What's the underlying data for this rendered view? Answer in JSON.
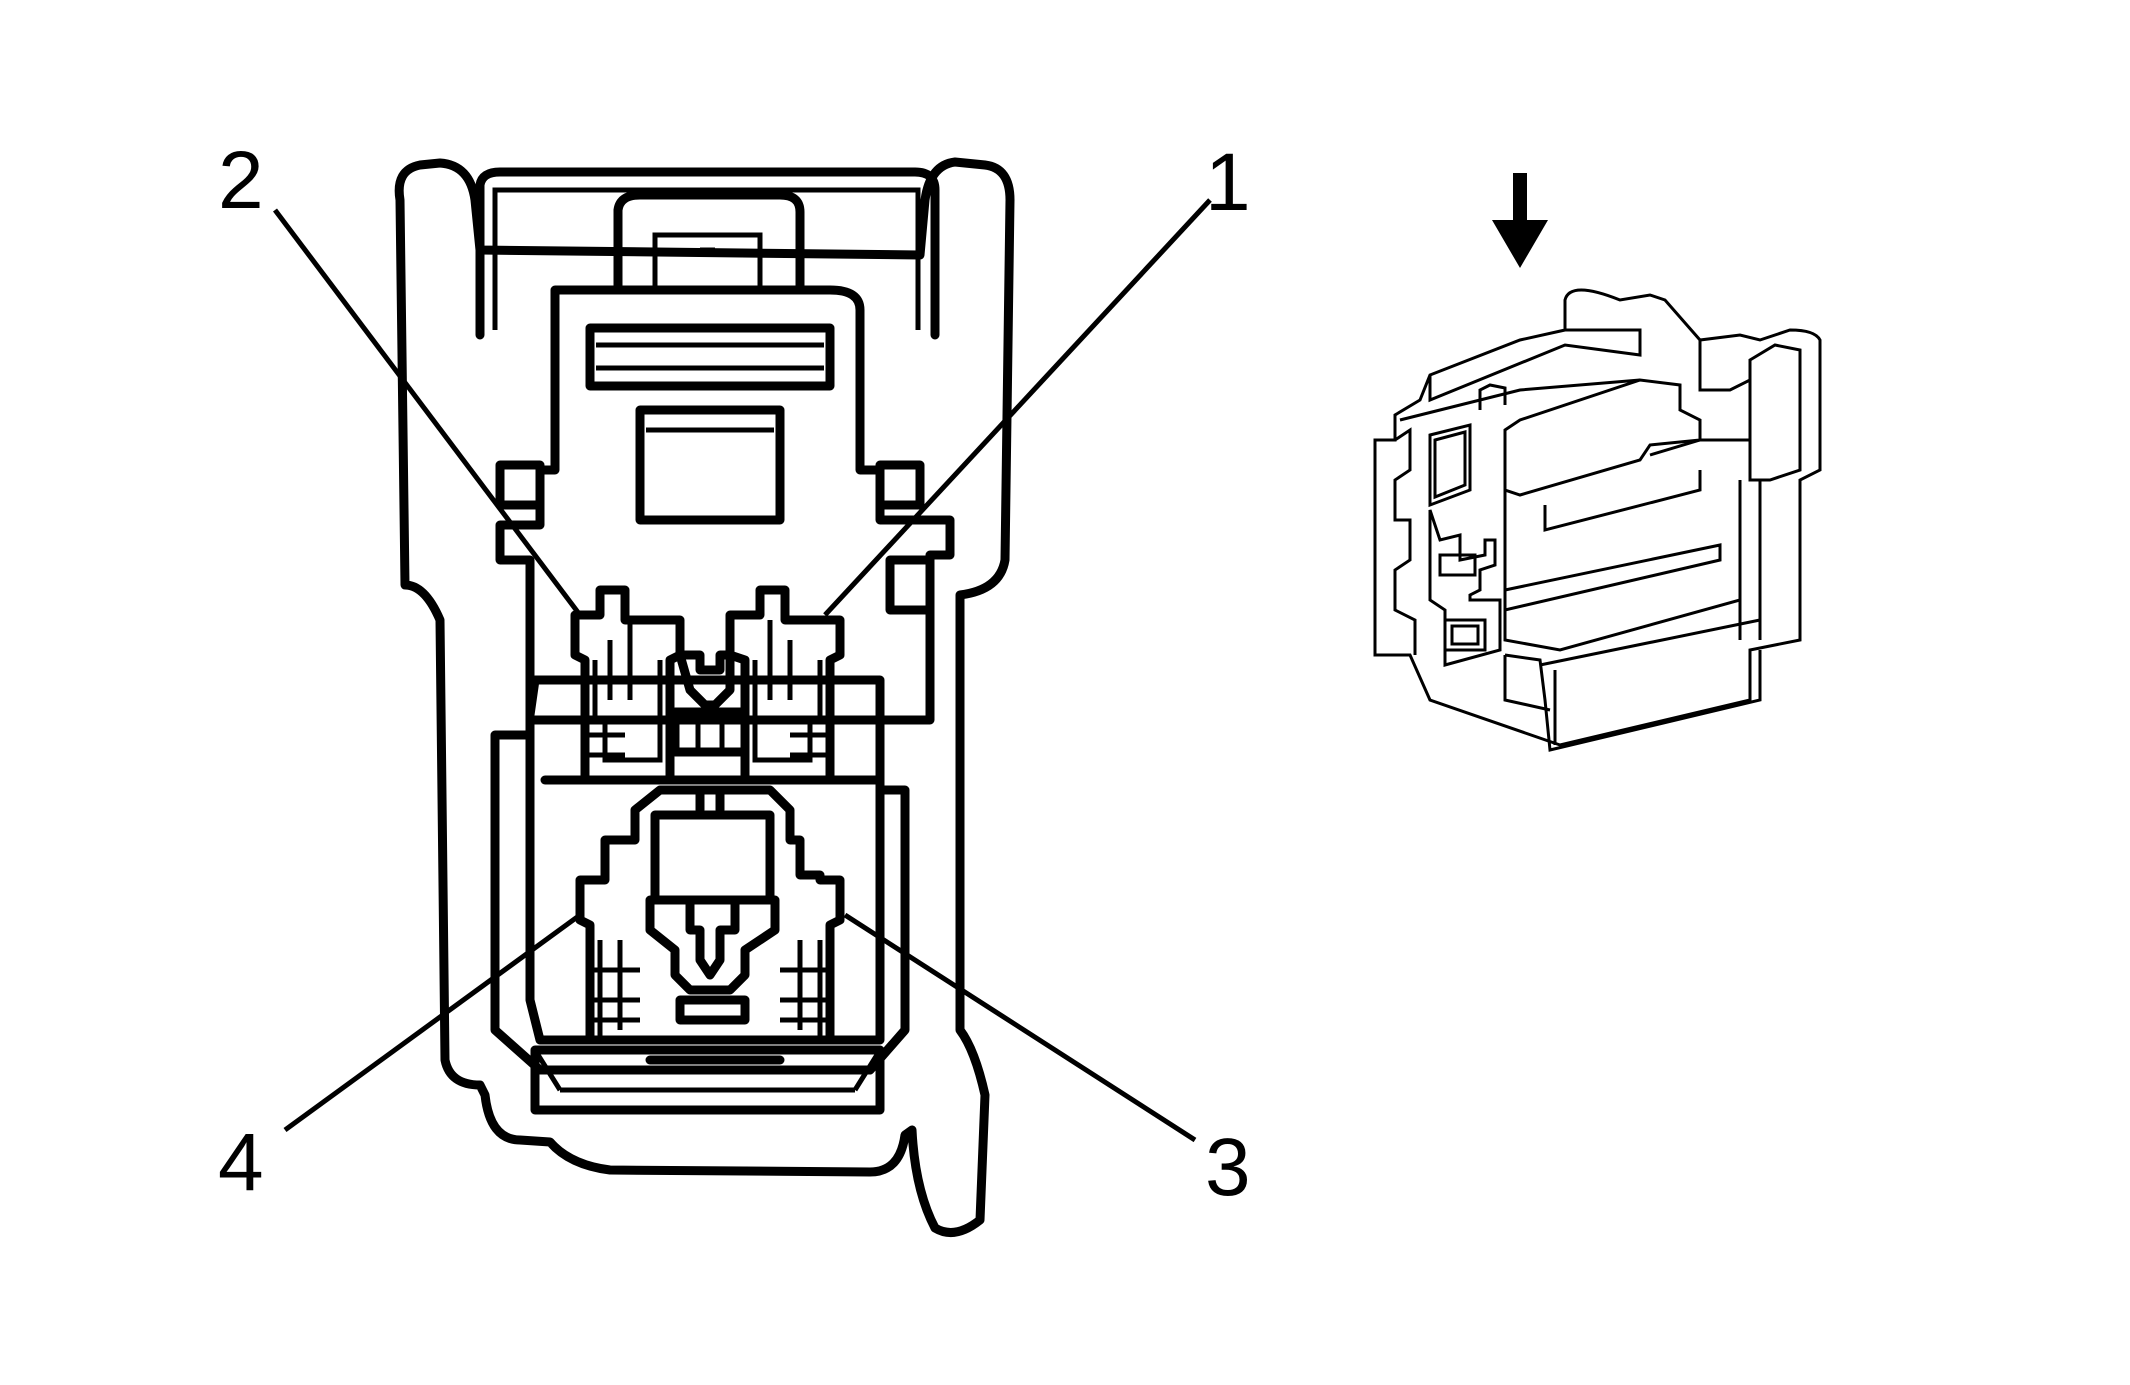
{
  "diagram": {
    "title": "",
    "pins": [
      {
        "id": "1",
        "label": "1"
      },
      {
        "id": "2",
        "label": "2"
      },
      {
        "id": "3",
        "label": "3"
      },
      {
        "id": "4",
        "label": "4"
      }
    ],
    "view_direction_indicator": "arrow-down-icon",
    "colors": {
      "line": "#000000",
      "background": "#ffffff"
    }
  }
}
